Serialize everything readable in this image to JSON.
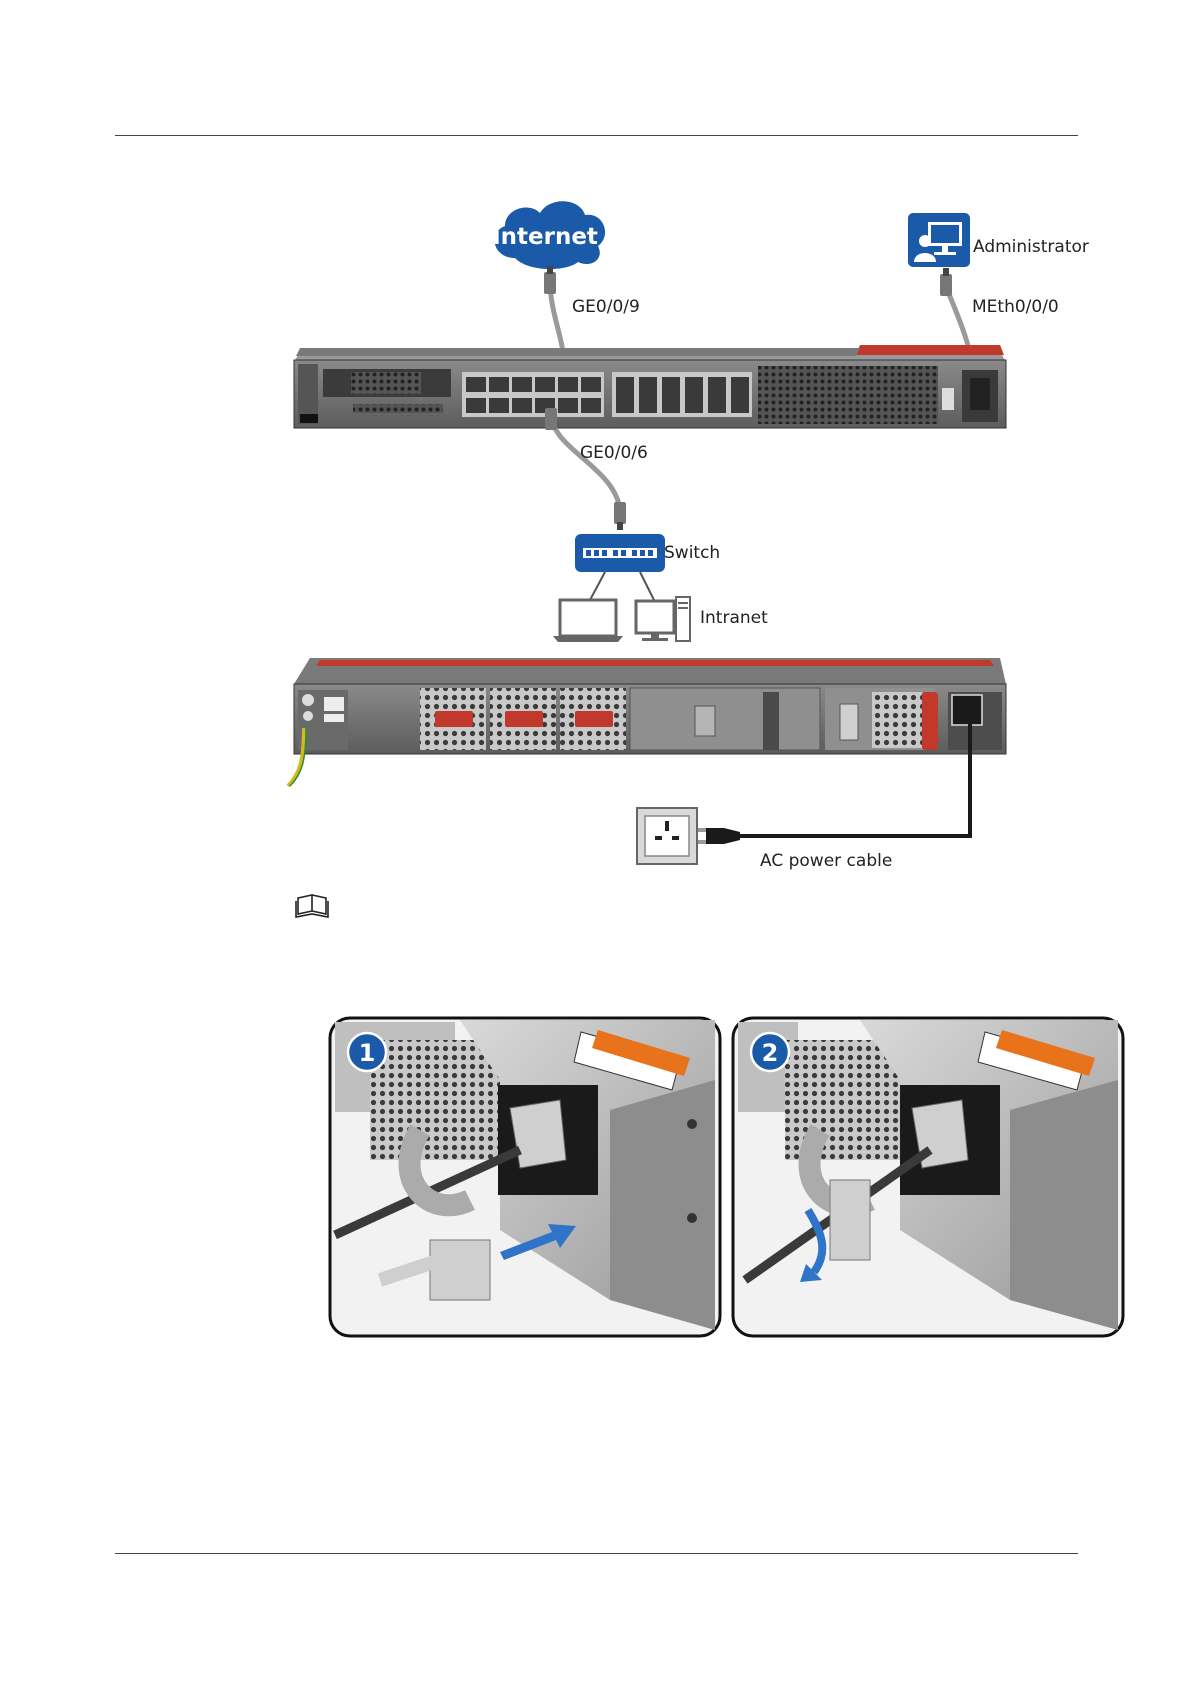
{
  "diagram": {
    "nodes": {
      "internet": "Internet",
      "administrator": "Administrator",
      "switch": "Switch",
      "intranet": "Intranet"
    },
    "ports": {
      "internet_port": "GE0/0/9",
      "management_port": "MEth0/0/0",
      "intranet_port": "GE0/0/6"
    },
    "power": {
      "cable_label": "AC power cable"
    }
  },
  "steps": {
    "step1": "1",
    "step2": "2"
  },
  "colors": {
    "brand_blue": "#1a5aa8",
    "device_gray": "#6b6b6b",
    "accent_red": "#c0392b",
    "cable_gray": "#9a9a9a",
    "warning_orange": "#e8731a"
  }
}
